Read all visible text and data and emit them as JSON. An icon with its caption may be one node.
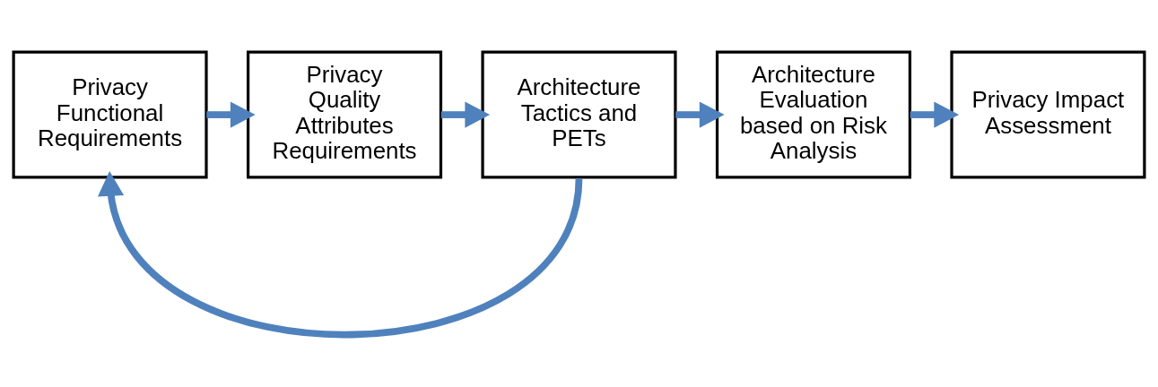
{
  "diagram": {
    "nodes": [
      {
        "text": [
          "Privacy Functional Requirements"
        ]
      },
      {
        "text": [
          "Privacy Quality Attributes Requirements"
        ]
      },
      {
        "text": [
          "Architecture Tactics and PETs"
        ]
      },
      {
        "text": [
          "Architecture Evaluation based on Risk Analysis"
        ]
      },
      {
        "text": [
          "Privacy Impact Assessment"
        ]
      }
    ],
    "edges": [
      {
        "from": 0,
        "to": 1,
        "arrow": "to"
      },
      {
        "from": 1,
        "to": 2,
        "arrow": "to"
      },
      {
        "from": 2,
        "to": 3,
        "arrow": "to"
      },
      {
        "from": 3,
        "to": 4,
        "arrow": "to"
      },
      {
        "from": 2,
        "to": 0,
        "arrow": "to"
      }
    ]
  }
}
